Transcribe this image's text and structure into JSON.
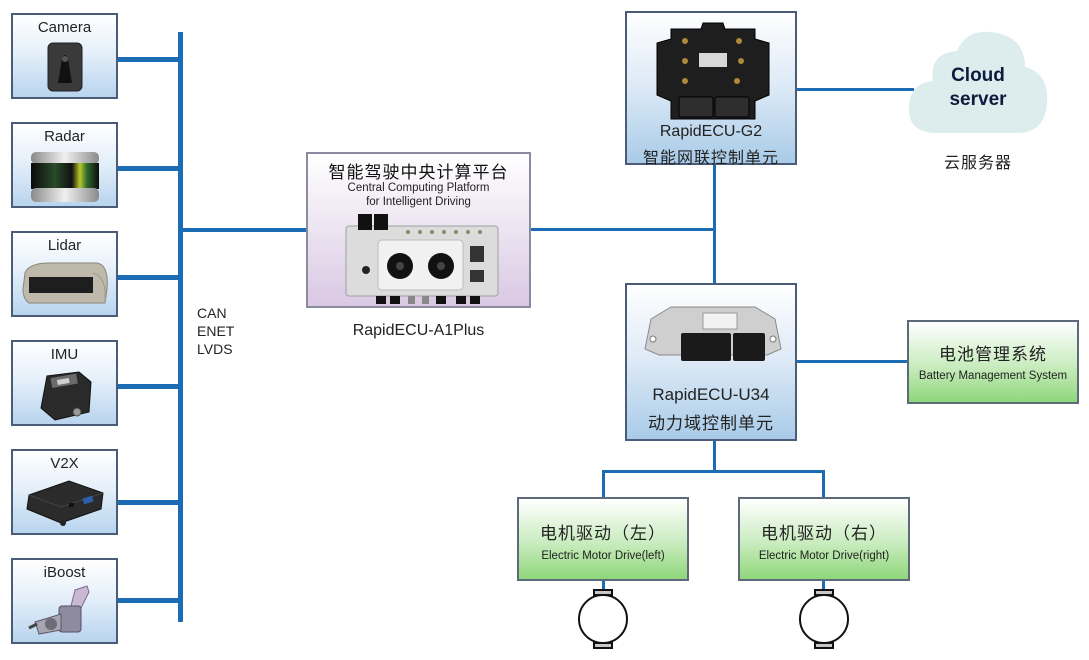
{
  "sensors": [
    {
      "label": "Camera"
    },
    {
      "label": "Radar"
    },
    {
      "label": "Lidar"
    },
    {
      "label": "IMU"
    },
    {
      "label": "V2X"
    },
    {
      "label": "iBoost"
    }
  ],
  "bus": {
    "protocols": [
      "CAN",
      "ENET",
      "LVDS"
    ]
  },
  "central": {
    "title_cn": "智能驾驶中央计算平台",
    "title_en_1": "Central Computing Platform",
    "title_en_2": "for Intelligent Driving",
    "model": "RapidECU-A1Plus"
  },
  "g2": {
    "model": "RapidECU-G2",
    "desc_cn": "智能网联控制单元"
  },
  "cloud": {
    "title": "Cloud server",
    "title_line1": "Cloud",
    "title_line2": "server",
    "label_cn": "云服务器"
  },
  "u34": {
    "model": "RapidECU-U34",
    "desc_cn": "动力域控制单元"
  },
  "bms": {
    "title_cn": "电池管理系统",
    "title_en": "Battery Management System"
  },
  "motor_drives": [
    {
      "title_cn": "电机驱动（左）",
      "title_en": "Electric Motor Drive(left)"
    },
    {
      "title_cn": "电机驱动（右）",
      "title_en": "Electric Motor Drive(right)"
    }
  ],
  "colors": {
    "connector": "#1b6cb5",
    "box_border": "#4a5c78",
    "cloud_fill": "#ddecec",
    "cloud_text": "#0d1b3e"
  }
}
